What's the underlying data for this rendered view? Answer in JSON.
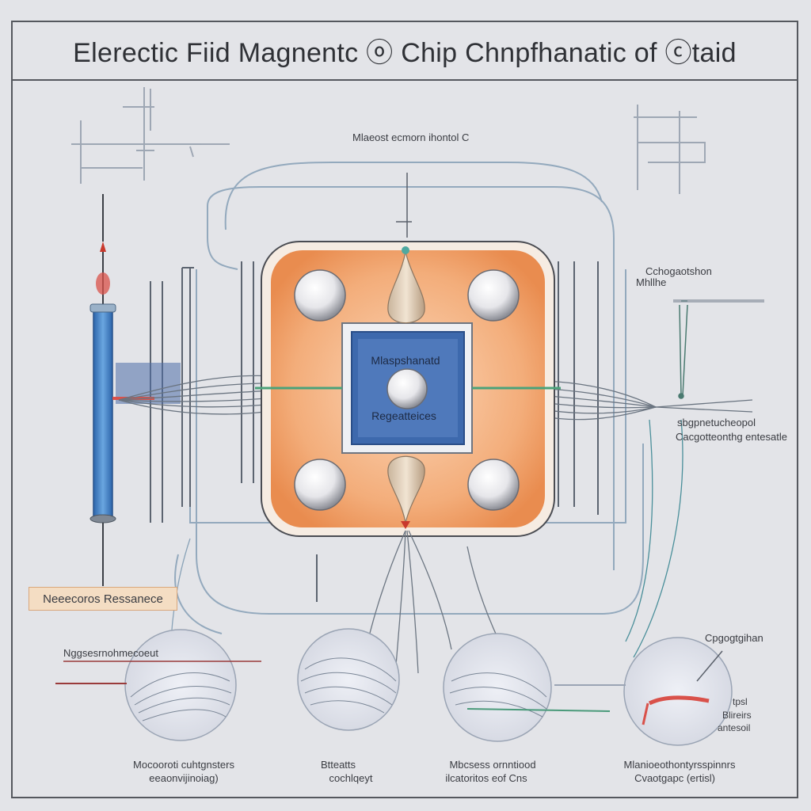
{
  "title": "Elerectic  Fiid Magnentc  ⓞ  Chip  Chnpfhanatic of  ⓒtaid",
  "labels": {
    "top_center": "Mlaeost  ecmorn  ihontol C",
    "chip_top": "Mlaspshanatd",
    "chip_bottom": "Regeatteices",
    "right_upper_1": "Cchogaotshon",
    "right_upper_2": "Mhllhe",
    "right_mid_1": "sbgpnetucheopol",
    "right_mid_2": "Cacgotteonthg  entesatle",
    "resonance_tag": "Neeecoros  Ressanece",
    "left_lower": "Nggsesrnohmecoeut",
    "right_lower_1": "Cpgogtgihan",
    "right_lower_2": "tpsl",
    "right_lower_3": "Blireirs",
    "right_lower_4": "antesoil"
  },
  "captions": [
    {
      "line1": "Mocooroti cuhtgnsters",
      "line2": "eeaonvijinoiag)"
    },
    {
      "line1": "Btteatts",
      "line2": "cochlqeyt"
    },
    {
      "line1": "Mbcsess ornntiood",
      "line2": "ilcatoritos  eof Cns"
    },
    {
      "line1": "Mlanioeothontyrsspinnrs",
      "line2": "Cvaotgapc  (ertisl)"
    }
  ],
  "colors": {
    "background": "#e3e4e8",
    "chip_outer": "#ee9a5e",
    "chip_inner": "#3d69ad",
    "electrode": "#3f7fc6",
    "wire": "#8aa3b8"
  }
}
